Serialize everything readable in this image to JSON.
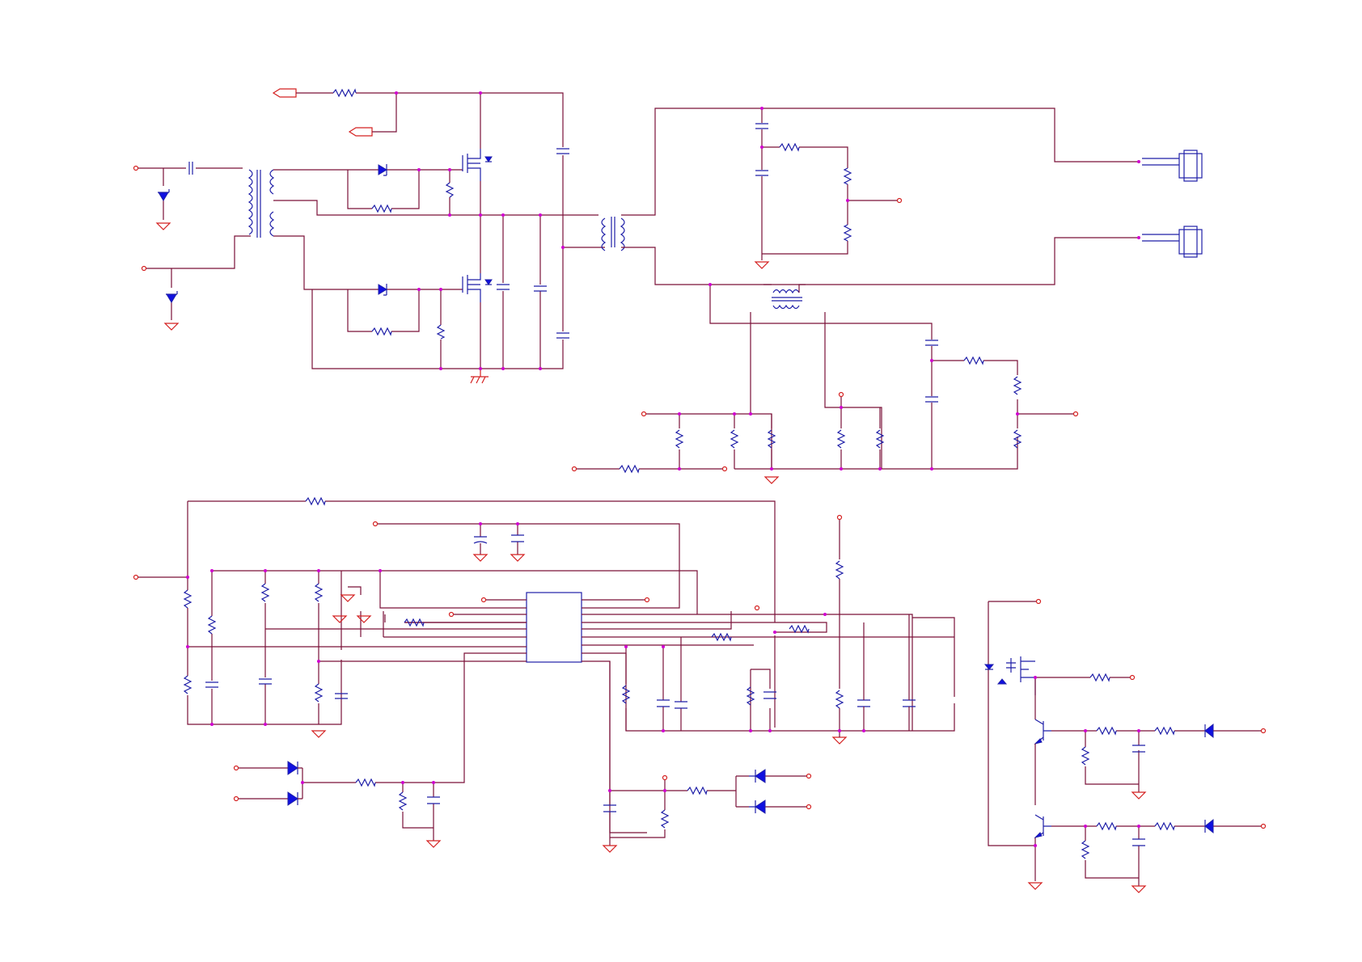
{
  "diagram": {
    "type": "electrical-schematic",
    "labels": [],
    "colors": {
      "wire": "#7a1038",
      "component": "#1f1fa8",
      "ground_and_pins": "#d42020",
      "junction": "#d000d0",
      "diode_fill": "#1010e0"
    },
    "regions": [
      {
        "id": "input-transformer-stage",
        "components": [
          "transformer",
          "capacitor",
          "zener-diode",
          "zener-diode",
          "ground"
        ]
      },
      {
        "id": "half-bridge-mosfet-stage",
        "components": [
          "mosfet",
          "mosfet",
          "diode",
          "diode",
          "resistor",
          "resistor",
          "resistor",
          "resistor",
          "capacitor",
          "capacitor",
          "capacitor",
          "capacitor",
          "chassis-ground"
        ]
      },
      {
        "id": "output-transformer-stage",
        "components": [
          "transformer",
          "capacitor",
          "capacitor",
          "resistor",
          "resistor",
          "resistor",
          "connector",
          "connector",
          "ground"
        ]
      },
      {
        "id": "current-sense-stage",
        "components": [
          "current-transformer",
          "resistor",
          "resistor",
          "resistor",
          "resistor",
          "resistor",
          "resistor",
          "resistor",
          "resistor",
          "capacitor",
          "capacitor",
          "ground"
        ]
      },
      {
        "id": "controller-ic-stage",
        "components": [
          "ic",
          "resistor",
          "capacitor",
          "ground"
        ]
      },
      {
        "id": "protection-switch-stage",
        "components": [
          "mosfet",
          "npn-transistor",
          "npn-transistor",
          "diode",
          "diode",
          "resistor",
          "capacitor",
          "ground"
        ]
      }
    ]
  }
}
